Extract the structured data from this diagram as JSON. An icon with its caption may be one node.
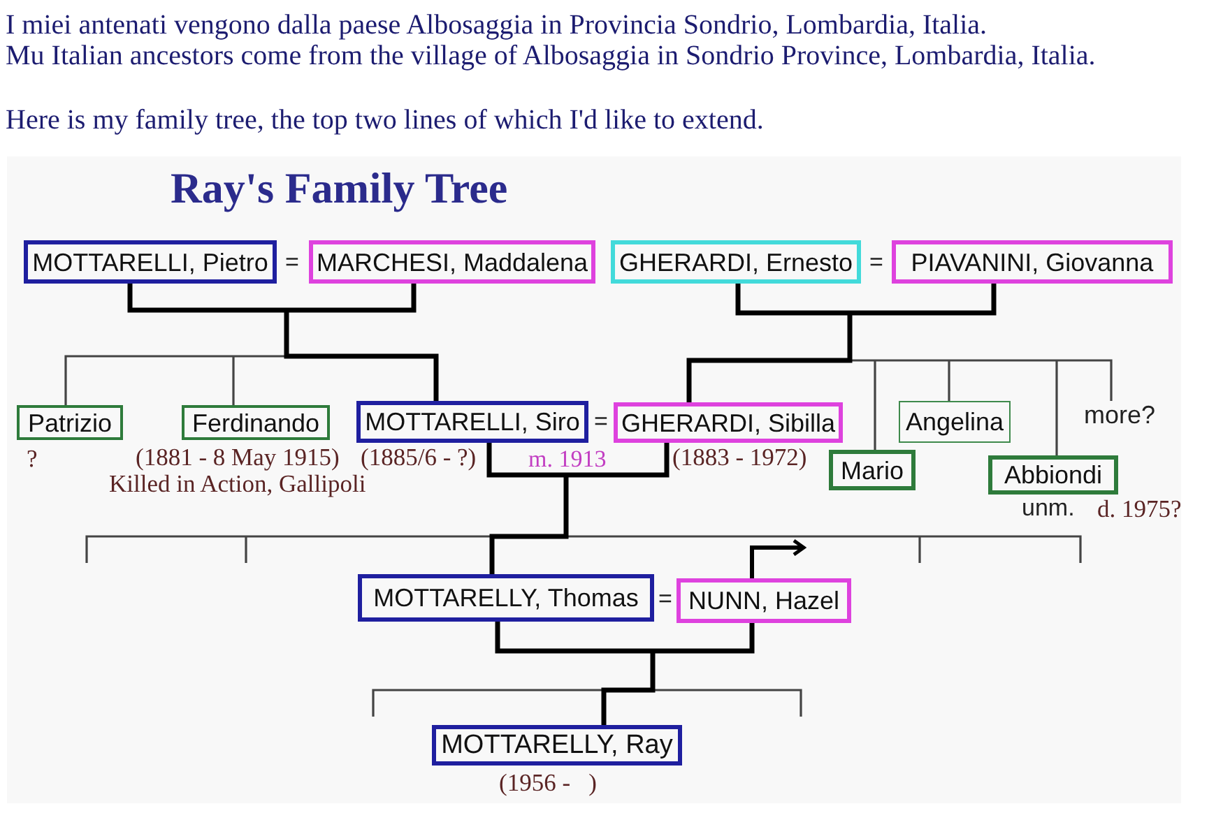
{
  "diagram": {
    "title": "Ray's Family Tree",
    "nodes": [
      {
        "text": [
          "MOTTARELLI, Pietro"
        ]
      },
      {
        "text": [
          "MARCHESI, Maddalena"
        ]
      },
      {
        "text": [
          "GHERARDI, Ernesto"
        ]
      },
      {
        "text": [
          "PIAVANINI, Giovanna"
        ]
      },
      {
        "text": [
          "Patrizio"
        ],
        "beside": [
          "?"
        ]
      },
      {
        "text": [
          "Ferdinando"
        ],
        "beside": [
          "(1881 - 8 May 1915)",
          "Killed in Action, Gallipoli"
        ]
      },
      {
        "text": [
          "MOTTARELLI, Siro"
        ],
        "beside": [
          "(1885/6 - ?)"
        ]
      },
      {
        "text": [
          "GHERARDI, Sibilla"
        ],
        "beside": [
          "(1883 - 1972)"
        ]
      },
      {
        "text": [
          "Mario"
        ]
      },
      {
        "text": [
          "Angelina"
        ]
      },
      {
        "text": [
          "Abbiondi"
        ],
        "beside": [
          "unm.",
          "d. 1975?"
        ]
      },
      {
        "text": [
          "more?"
        ]
      },
      {
        "text": [
          "MOTTARELLY, Thomas"
        ]
      },
      {
        "text": [
          "NUNN, Hazel"
        ]
      },
      {
        "text": [
          "MOTTARELLY, Ray"
        ],
        "beside": [
          "(1956 -   )"
        ]
      }
    ],
    "edges": [
      {
        "from": 0,
        "to": 1,
        "arrow": "none"
      },
      {
        "from": 2,
        "to": 3,
        "arrow": "none"
      },
      {
        "from": null,
        "to": 4,
        "arrow": "none"
      },
      {
        "from": null,
        "to": 5,
        "arrow": "none"
      },
      {
        "from": null,
        "to": 6,
        "arrow": "none"
      },
      {
        "from": null,
        "to": 7,
        "arrow": "none"
      },
      {
        "from": null,
        "to": 8,
        "arrow": "none"
      },
      {
        "from": null,
        "to": 9,
        "arrow": "none"
      },
      {
        "from": null,
        "to": 10,
        "arrow": "none"
      },
      {
        "from": null,
        "to": 11,
        "arrow": "none"
      },
      {
        "from": 6,
        "to": 7,
        "arrow": "none",
        "label": "m. 1913"
      },
      {
        "from": null,
        "to": 12,
        "arrow": "none"
      },
      {
        "from": 13,
        "to": null,
        "arrow": "to"
      },
      {
        "from": 12,
        "to": 13,
        "arrow": "none"
      },
      {
        "from": null,
        "to": 14,
        "arrow": "none"
      }
    ],
    "labels": [
      "I miei antenati vengono dalla paese Albosaggia in Provincia Sondrio, Lombardia, Italia.",
      "Mu Italian ancestors come from the village of Albosaggia in Sondrio Province, Lombardia, Italia.",
      "Here is my family tree, the top two lines of which I'd like to extend.",
      "=",
      "=",
      "=",
      "="
    ]
  }
}
